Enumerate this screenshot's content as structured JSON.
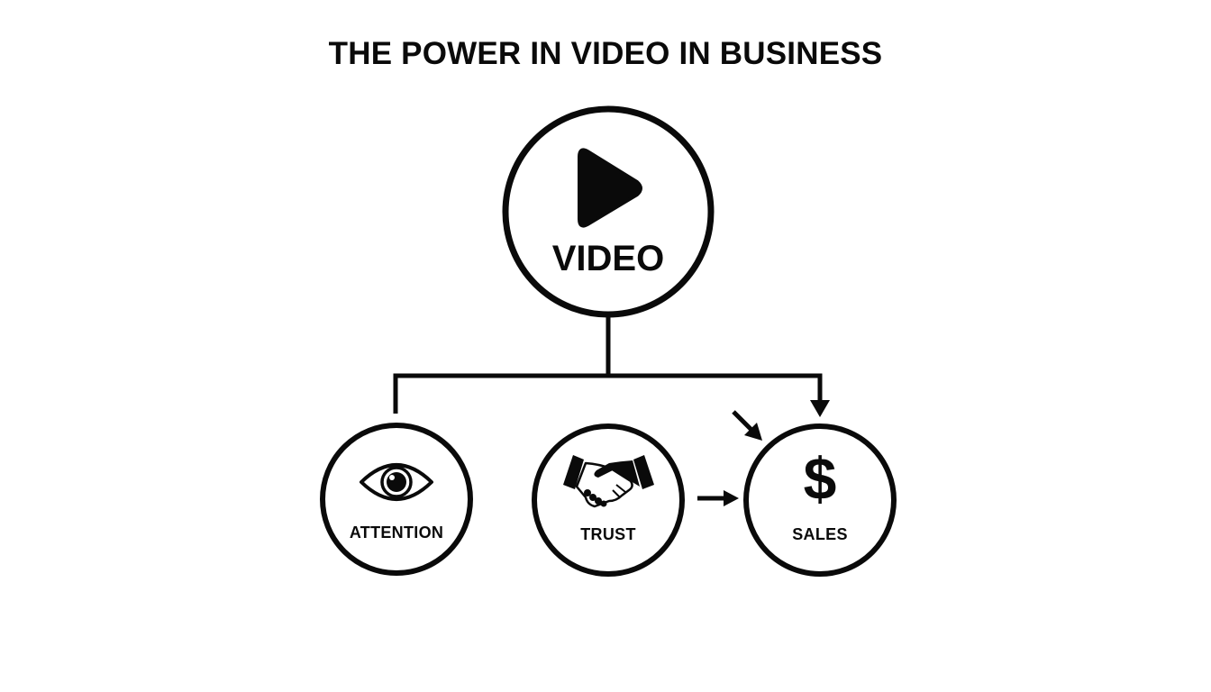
{
  "title": "THE POWER IN VIDEO IN BUSINESS",
  "nodes": {
    "video": {
      "label": "VIDEO",
      "icon": "play-icon"
    },
    "attention": {
      "label": "ATTENTION",
      "icon": "eye-icon"
    },
    "trust": {
      "label": "TRUST",
      "icon": "handshake-icon"
    },
    "sales": {
      "label": "SALES",
      "icon": "dollar-icon",
      "symbol": "$"
    }
  },
  "connections": [
    {
      "from": "video",
      "to": "attention",
      "type": "line"
    },
    {
      "from": "video",
      "to": "sales",
      "type": "arrow"
    },
    {
      "from": "trust",
      "to": "sales",
      "type": "arrow"
    },
    {
      "from": "external",
      "to": "sales",
      "type": "arrow"
    }
  ],
  "colors": {
    "background": "#ffffff",
    "ink": "#0a0a0a"
  }
}
